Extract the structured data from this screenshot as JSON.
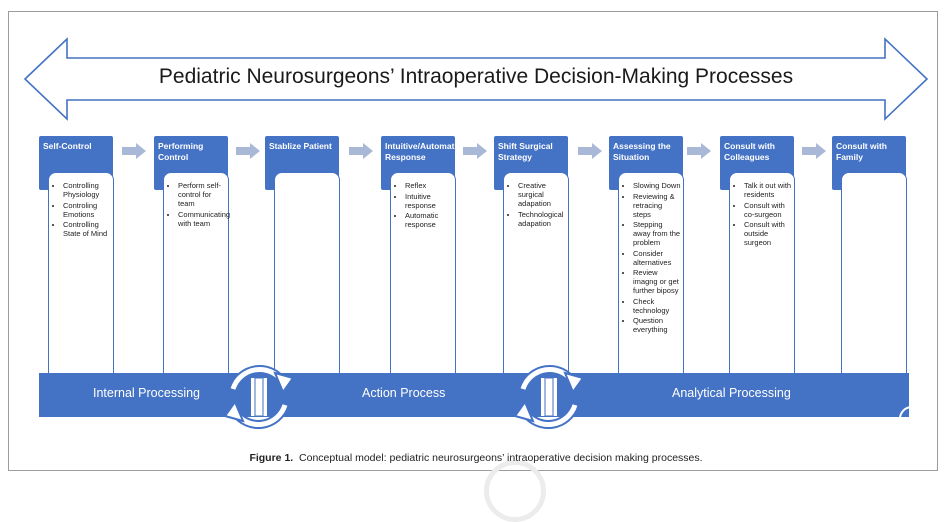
{
  "title": "Pediatric Neurosurgeons’ Intraoperative Decision-Making Processes",
  "steps": [
    {
      "title": "Self-Control",
      "items": [
        "Controlling Physiology",
        "Controling Emotions",
        "Controlling State of Mind"
      ]
    },
    {
      "title": "Performing Control",
      "items": [
        "Perform self-control for team",
        "Communicating with team"
      ]
    },
    {
      "title": "Stablize Patient",
      "items": []
    },
    {
      "title": "Intuitive/Automatic Response",
      "items": [
        "Reflex",
        "Intuitive response",
        "Automatic response"
      ]
    },
    {
      "title": "Shift Surgical Strategy",
      "items": [
        "Creative surgical adapation",
        "Technological adapation"
      ]
    },
    {
      "title": "Assessing the Situation",
      "items": [
        "Slowing Down",
        "Reviewing & retracing steps",
        "Stepping away from the problem",
        "Consider alternatives",
        "Review imagng or get further biposy",
        "Check technology",
        "Question everything"
      ]
    },
    {
      "title": "Consult with Colleagues",
      "items": [
        "Talk it out with residents",
        "Consult with co-surgeon",
        "Consult with outside surgeon"
      ]
    },
    {
      "title": "Consult with Family",
      "items": []
    }
  ],
  "processes": {
    "internal": "Internal Processing",
    "action": "Action Process",
    "analytical": "Analytical Processing"
  },
  "caption": {
    "label": "Figure 1.",
    "text": "Conceptual model: pediatric neurosurgeons’ intraoperative decision making processes."
  },
  "colors": {
    "accent": "#4472c4",
    "chevron": "#a9b8d6"
  }
}
